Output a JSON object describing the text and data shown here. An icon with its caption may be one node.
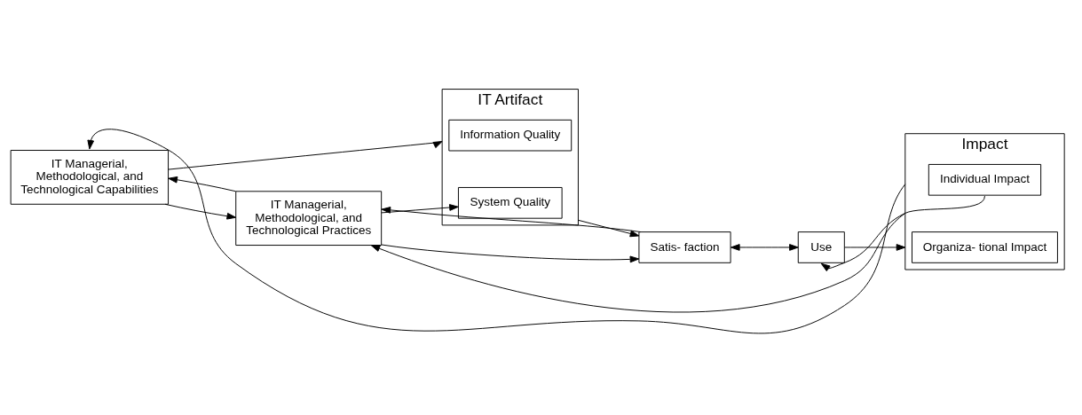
{
  "diagram": {
    "nodes": [
      {
        "text": [
          "IT Managerial, Methodological, and Technological Capabilities"
        ]
      },
      {
        "text": [
          "IT Artifact"
        ]
      },
      {
        "text": [
          "System Quality"
        ],
        "in": 1
      },
      {
        "text": [
          "Information Quality"
        ],
        "in": 1
      },
      {
        "text": [
          "Satis- faction"
        ]
      },
      {
        "text": [
          "Use"
        ]
      },
      {
        "text": [
          "Impact"
        ]
      },
      {
        "text": [
          "Individual Impact"
        ],
        "in": 6
      },
      {
        "text": [
          "Organiza- tional Impact"
        ],
        "in": 6
      },
      {
        "text": [
          "IT Managerial, Methodological, and Technological Practices"
        ]
      }
    ],
    "edges": [
      {
        "from": 6,
        "to": 0,
        "arrow": "to"
      },
      {
        "from": 0,
        "to": 1,
        "arrow": "to"
      },
      {
        "from": 1,
        "to": 4,
        "arrow": "to"
      },
      {
        "from": 4,
        "to": 5,
        "arrow": "both"
      },
      {
        "from": 5,
        "to": 6,
        "arrow": "to"
      },
      {
        "from": 7,
        "to": 5,
        "arrow": "to"
      },
      {
        "from": 0,
        "to": 9,
        "arrow": "to"
      },
      {
        "from": 9,
        "to": 0,
        "arrow": "to"
      },
      {
        "from": 9,
        "to": 2,
        "arrow": "to"
      },
      {
        "from": 9,
        "to": 4,
        "arrow": "to"
      },
      {
        "from": 4,
        "to": 9,
        "arrow": "to"
      },
      {
        "from": 6,
        "to": 9,
        "arrow": "to"
      }
    ]
  }
}
